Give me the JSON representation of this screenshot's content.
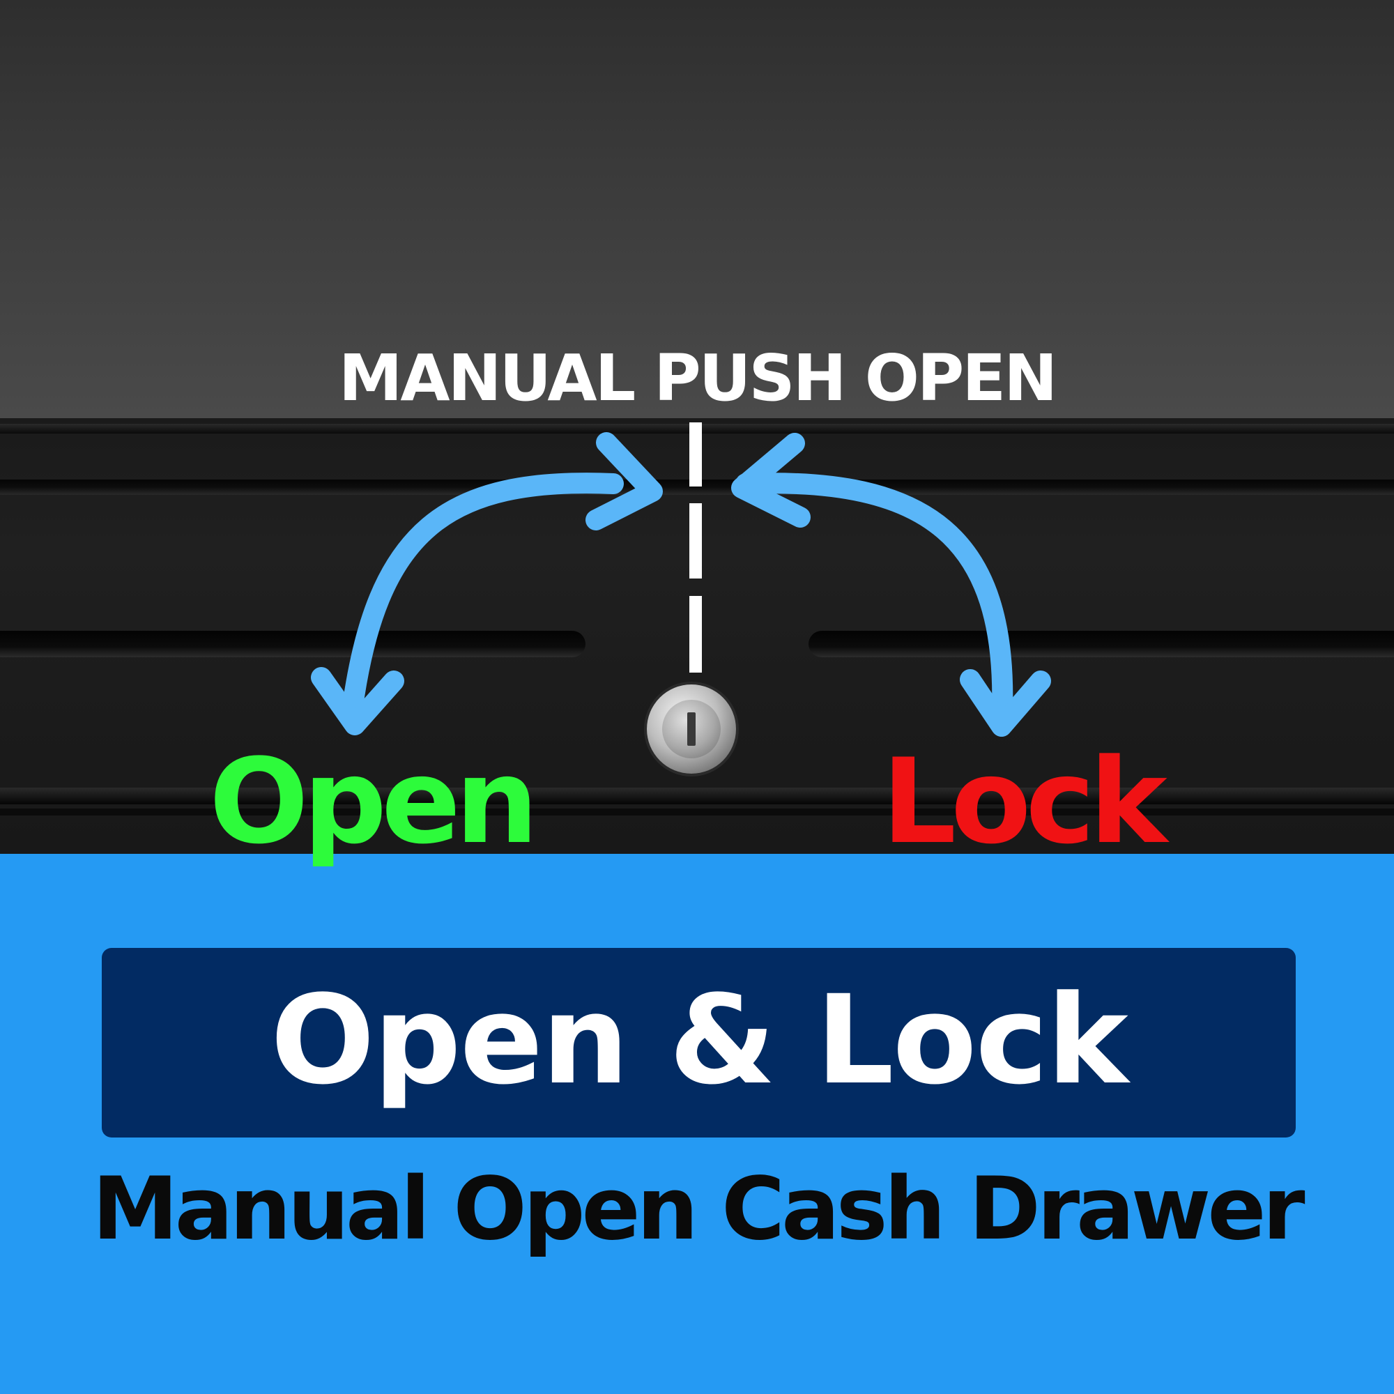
{
  "photo": {
    "push_label": "MANUAL PUSH OPEN",
    "open_label": "Open",
    "lock_label": "Lock",
    "icons": [
      "lock-cylinder-icon",
      "open-arrow-icon",
      "lock-arrow-icon"
    ]
  },
  "banner": {
    "title": "Open & Lock",
    "subtitle": "Manual Open Cash Drawer"
  },
  "colors": {
    "background_blue": "#259af3",
    "title_box_navy": "#022b63",
    "arrow_blue": "#5ab6f8",
    "open_green": "#2dfb3b",
    "lock_red": "#f01214",
    "drawer_black": "#121212"
  }
}
